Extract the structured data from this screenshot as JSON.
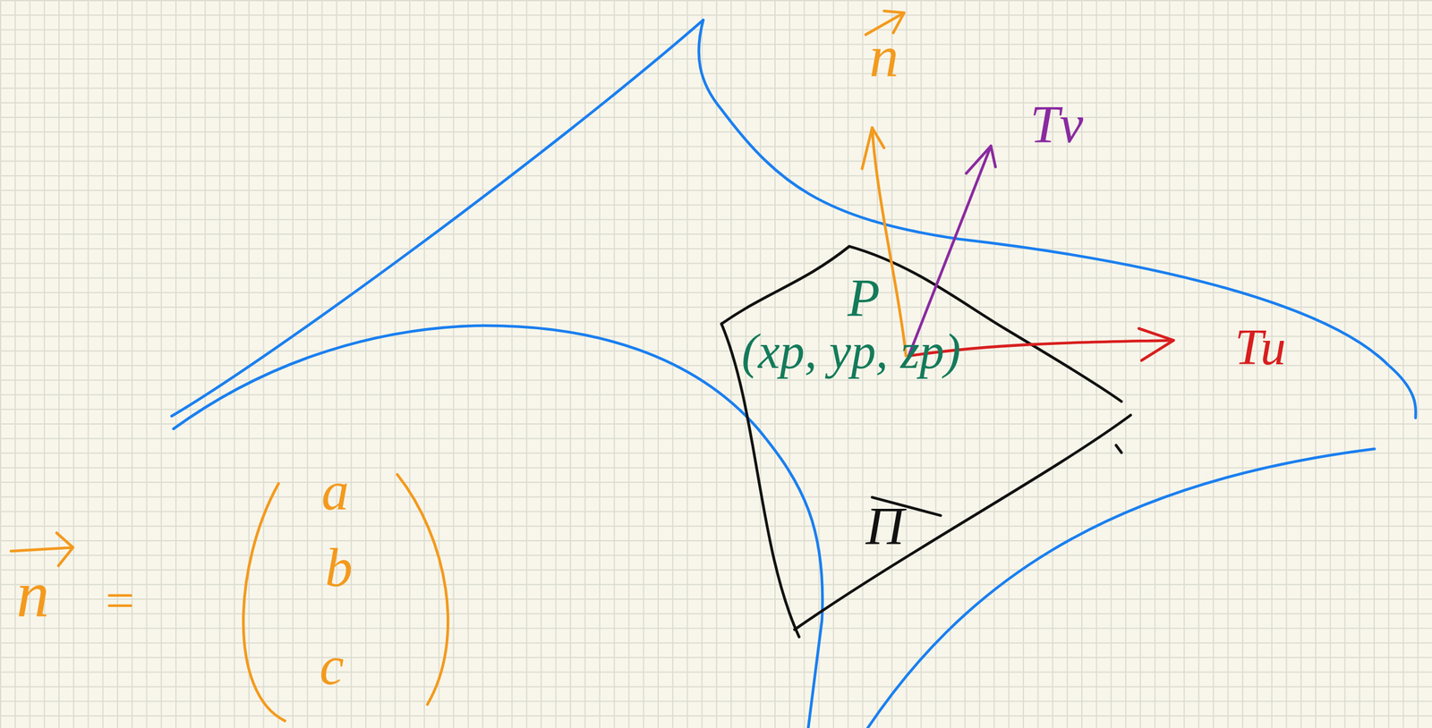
{
  "diagram": {
    "labels": [
      "n",
      "Tv",
      "P",
      "(xp, yp, zp)",
      "Tu",
      "Π",
      "n",
      "=",
      "a",
      "b",
      "c"
    ]
  }
}
